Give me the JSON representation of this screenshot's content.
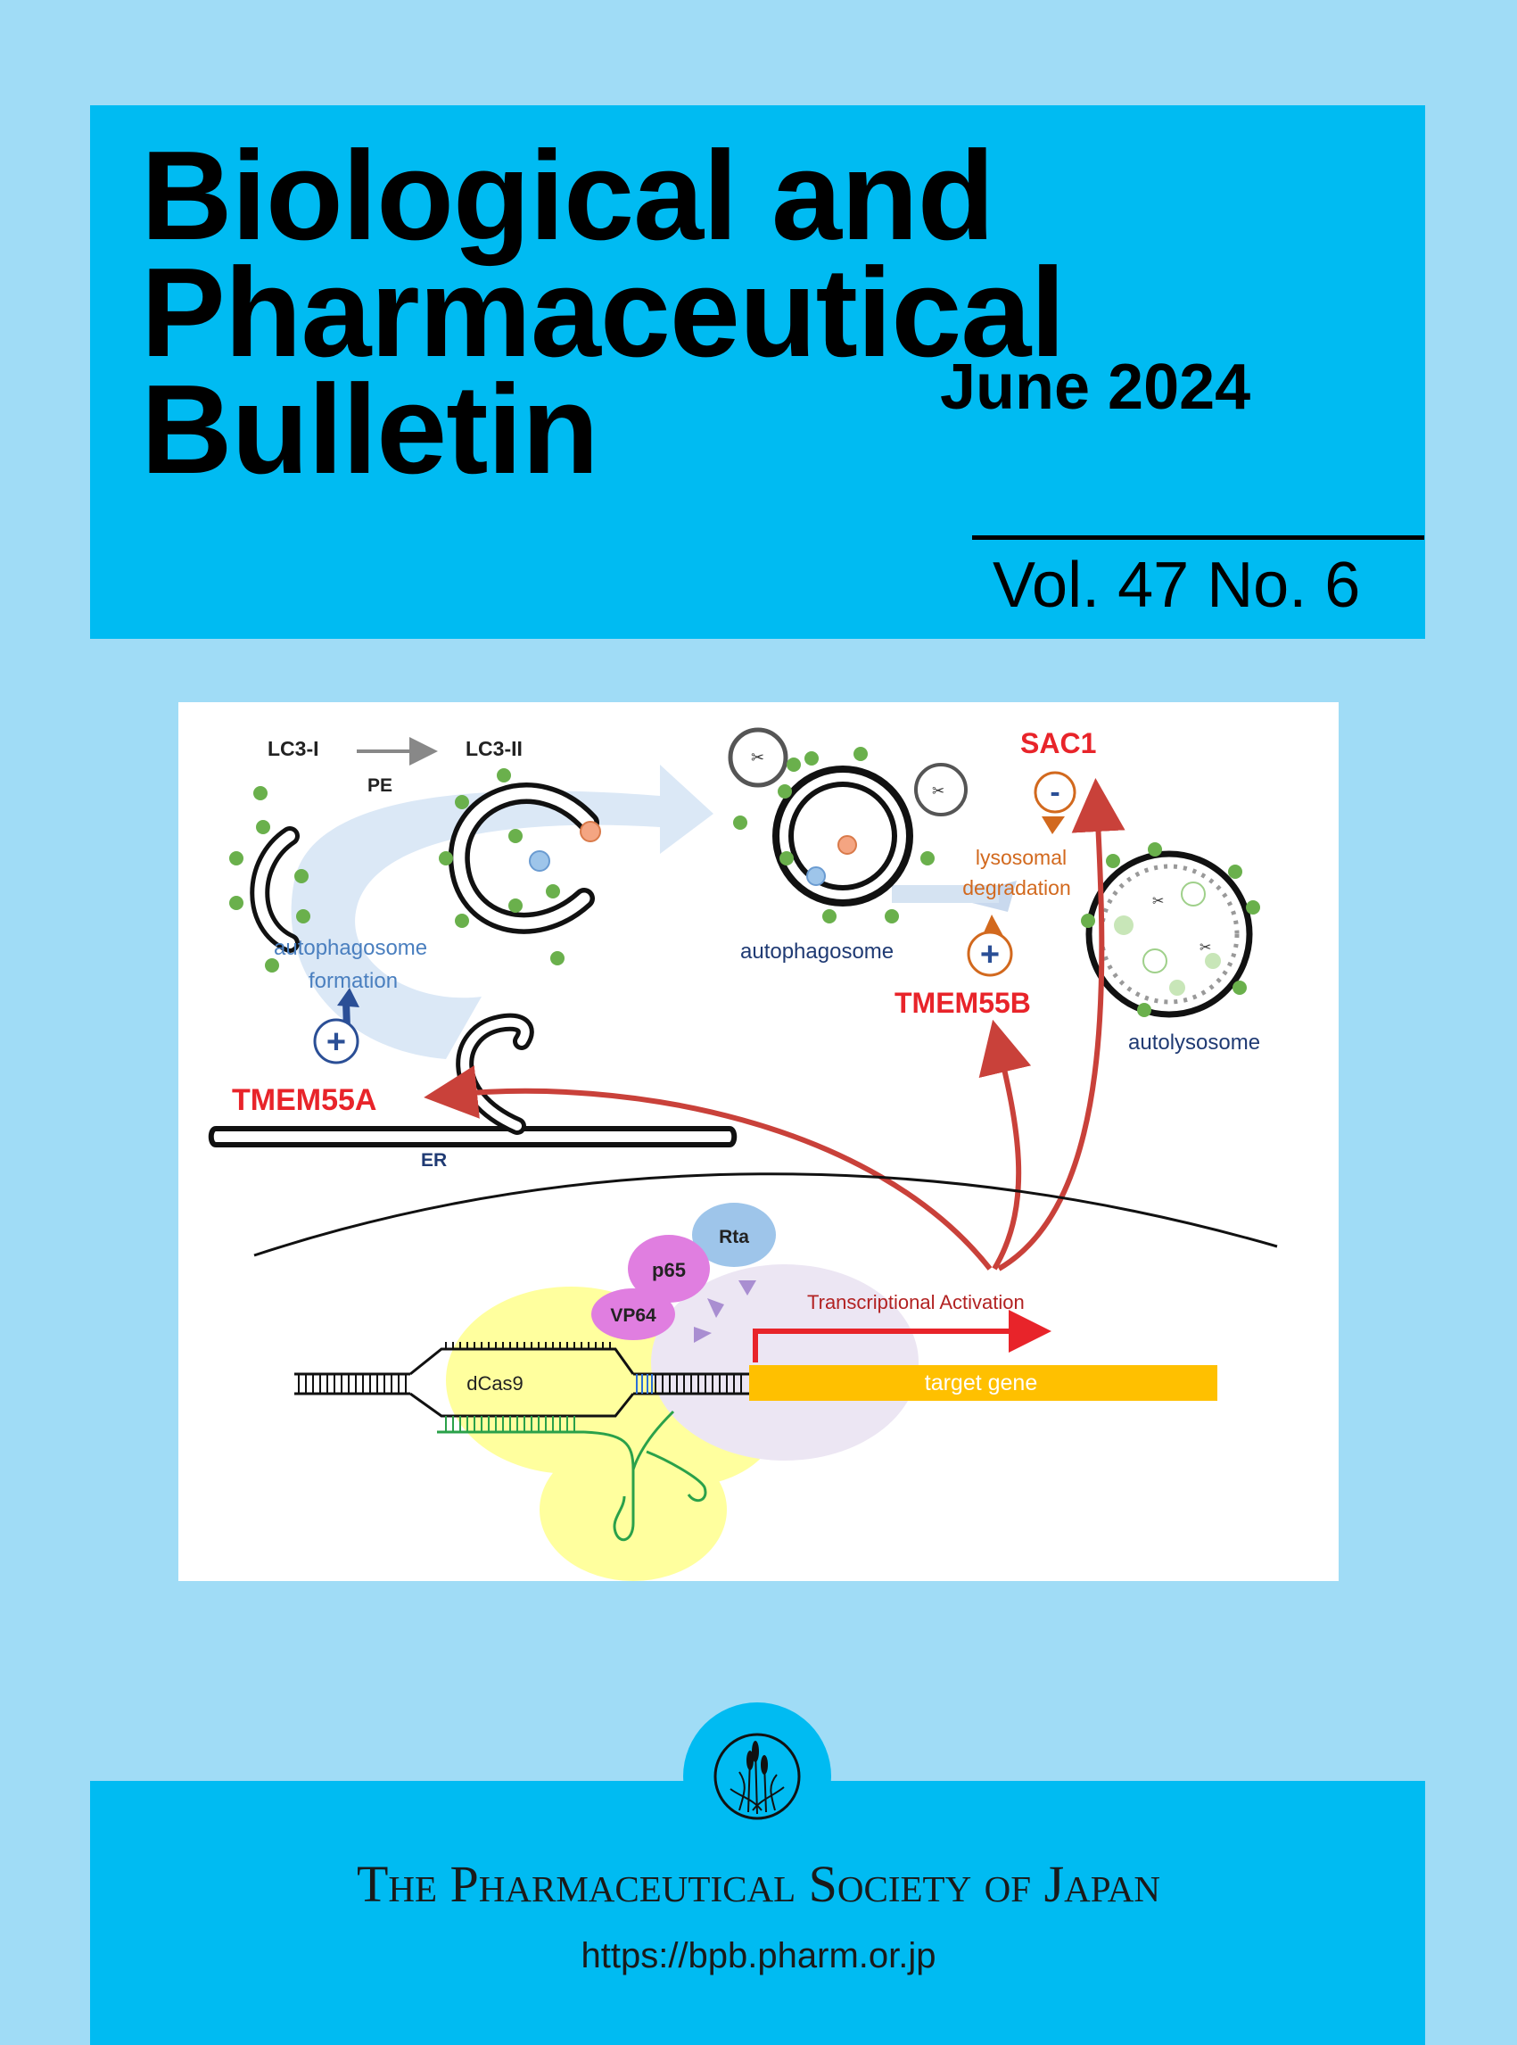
{
  "journal": {
    "title_lines": [
      "Biological and",
      "Pharmaceutical",
      "Bulletin"
    ],
    "date": "June 2024",
    "volume_issue": "Vol. 47 No. 6"
  },
  "figure": {
    "lc3_1": "LC3-I",
    "lc3_2": "LC3-II",
    "pe": "PE",
    "autophagosome_formation_1": "autophagosome",
    "autophagosome_formation_2": "formation",
    "autophagosome": "autophagosome",
    "sac1": "SAC1",
    "lysosomal_1": "lysosomal",
    "lysosomal_2": "degradation",
    "tmem55b": "TMEM55B",
    "autolysosome": "autolysosome",
    "tmem55a": "TMEM55A",
    "er": "ER",
    "rta": "Rta",
    "p65": "p65",
    "vp64": "VP64",
    "transcriptional_activation": "Transcriptional  Activation",
    "dcas9": "dCas9",
    "target_gene": "target gene",
    "plus_sign": "+",
    "minus_sign": "-"
  },
  "footer": {
    "society": "The Pharmaceutical Society of Japan",
    "url": "https://bpb.pharm.or.jp"
  },
  "colors": {
    "background": "#a0dcf6",
    "panel": "#00bbf2",
    "accent_red": "#e8242a",
    "accent_orange": "#d2691e",
    "navy": "#1f3a73"
  }
}
